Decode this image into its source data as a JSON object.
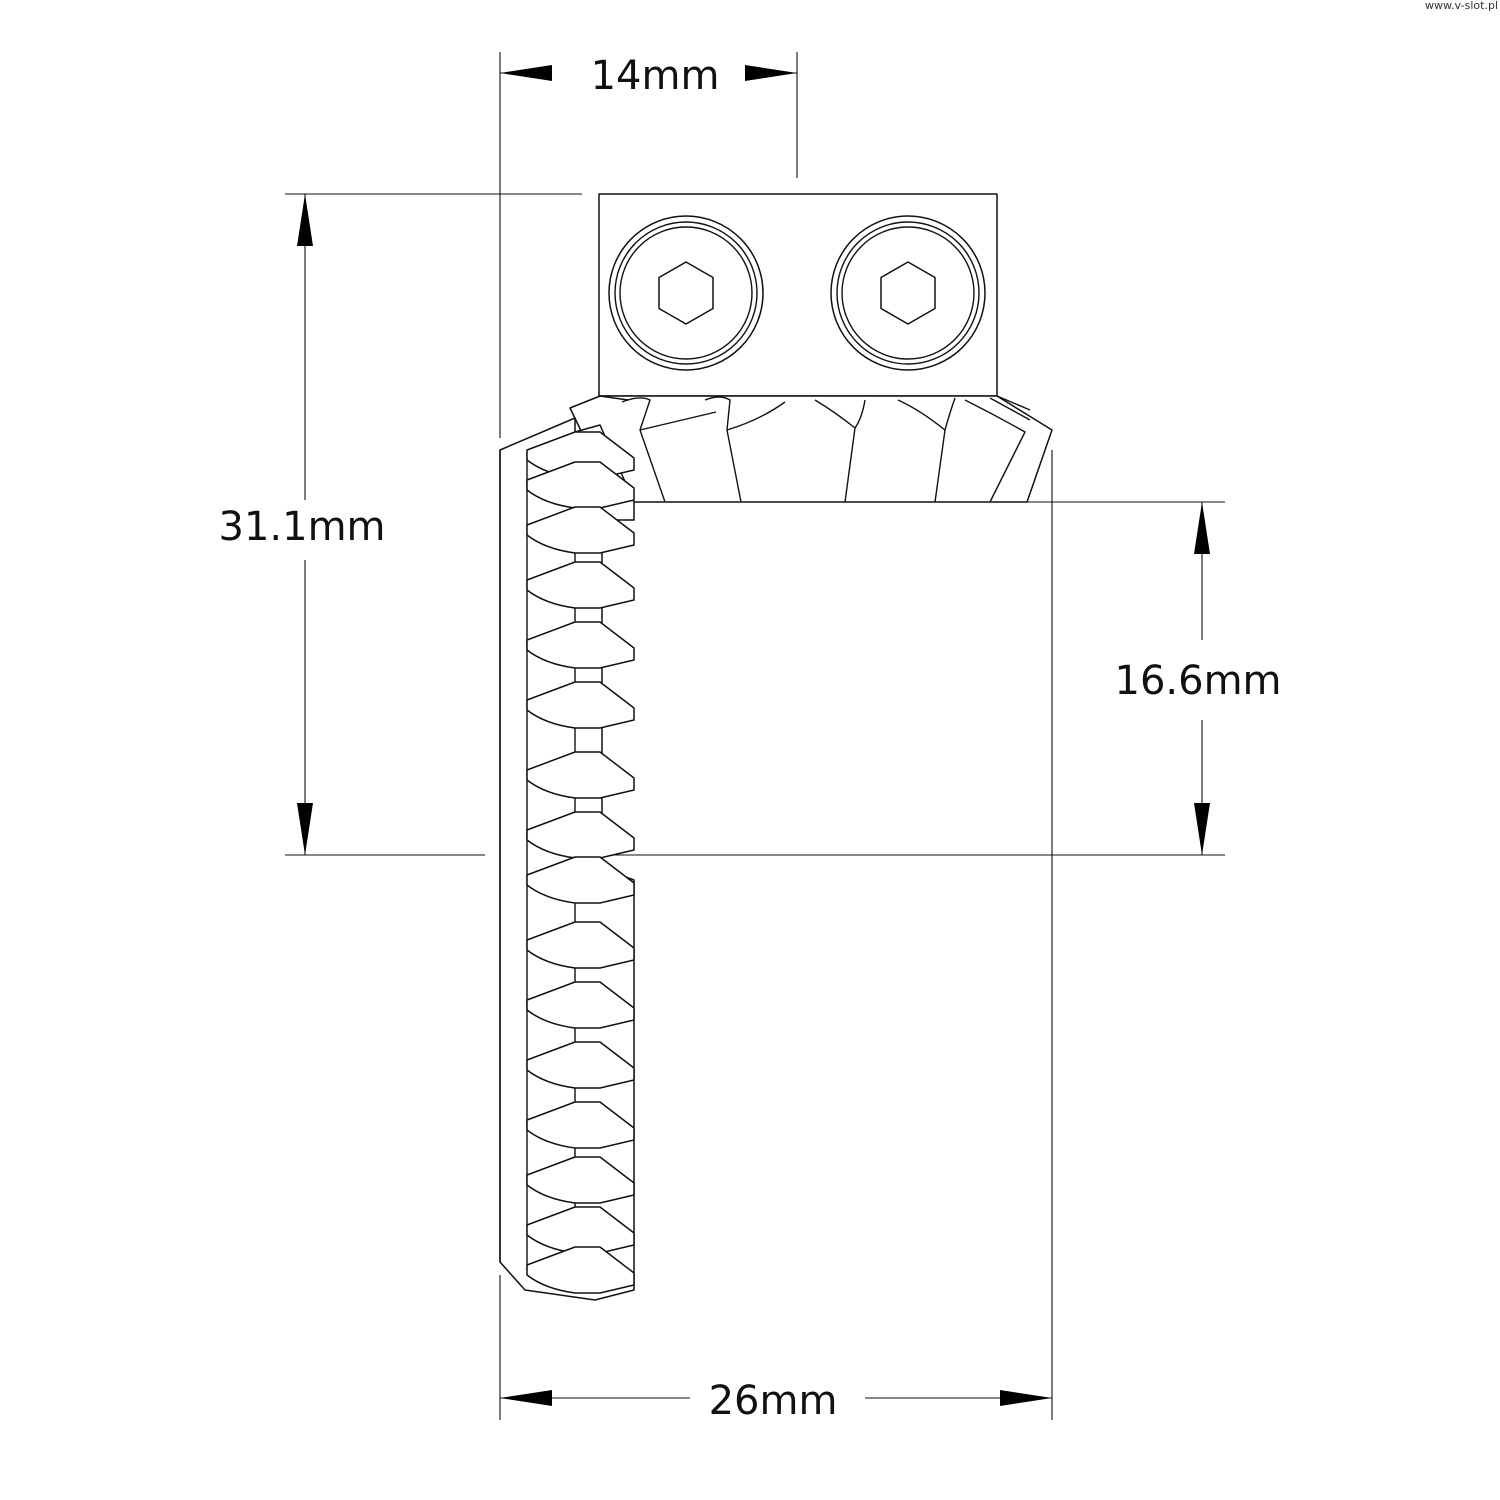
{
  "watermark": "www.v-slot.pl",
  "dimensions": {
    "top_width": "14mm",
    "total_height": "31.1mm",
    "gear_height": "16.6mm",
    "bottom_width": "26mm"
  },
  "colors": {
    "line": "#111111",
    "background": "#ffffff"
  }
}
